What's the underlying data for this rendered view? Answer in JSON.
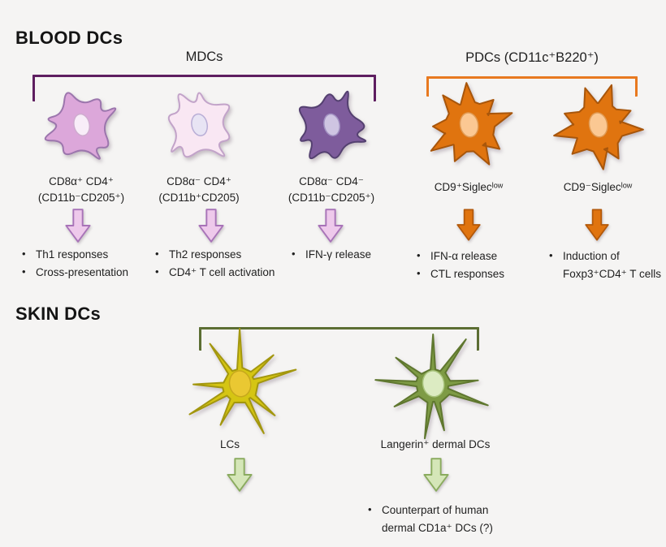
{
  "blood": {
    "title": "BLOOD DCs",
    "mdc_group_label": "MDCs",
    "pdc_group_label": "PDCs (CD11c⁺B220⁺)",
    "columns": [
      {
        "marker_line1": "CD8α⁺ CD4⁺",
        "marker_line2": "(CD11b⁻CD205⁺)",
        "functions": [
          "Th1 responses",
          "Cross-presentation"
        ]
      },
      {
        "marker_line1": "CD8α⁻ CD4⁺",
        "marker_line2": "(CD11b⁺CD205)",
        "functions": [
          "Th2 responses",
          "CD4⁺ T cell activation"
        ]
      },
      {
        "marker_line1": "CD8α⁻ CD4⁻",
        "marker_line2": "(CD11b⁻CD205⁺)",
        "functions": [
          "IFN-γ release"
        ]
      },
      {
        "marker_line1": "CD9⁺Siglecˡᵒʷ",
        "functions": [
          "IFN-α release",
          "CTL responses"
        ]
      },
      {
        "marker_line1": "CD9⁻Siglecˡᵒʷ",
        "functions": [
          "Induction of Foxp3⁺CD4⁺ T cells"
        ]
      }
    ]
  },
  "skin": {
    "title": "SKIN DCs",
    "columns": [
      {
        "label": "LCs"
      },
      {
        "label": "Langerin⁺ dermal DCs",
        "functions": [
          "Counterpart of human dermal CD1a⁺ DCs (?)"
        ]
      }
    ]
  },
  "colors": {
    "background": "#f5f4f3",
    "brackets": {
      "mdc": "#5e1e60",
      "pdc": "#e8791f",
      "skin": "#5c6e33"
    },
    "cells": {
      "mdc1": {
        "fill": "#dca7da",
        "stroke": "#9c76ad",
        "nucleus": "#f8edf8",
        "nucleus_stroke": "#cfaccf"
      },
      "mdc2": {
        "fill": "#f9e7f3",
        "stroke": "#c2a3c9",
        "nucleus": "#e8e4f4",
        "nucleus_stroke": "#b9aed6"
      },
      "mdc3": {
        "fill": "#7e5c9c",
        "stroke": "#544070",
        "nucleus": "#cfc5e2",
        "nucleus_stroke": "#a291c2"
      },
      "pdc": {
        "fill": "#e0740f",
        "stroke": "#a8560b",
        "nucleus": "#fbc893",
        "nucleus_stroke": "#e09b55"
      },
      "lc": {
        "fill": "#d5c513",
        "stroke": "#a3970f",
        "nucleus": "#eac832",
        "nucleus_stroke": "#c7a81c"
      },
      "dermal": {
        "fill": "#7e9b45",
        "stroke": "#5f772f",
        "nucleus": "#dcebc2",
        "nucleus_stroke": "#a9c47e"
      }
    },
    "arrows": {
      "mdc": {
        "fill": "#eec9eb",
        "stroke": "#a873b8"
      },
      "pdc": {
        "fill": "#e0740f",
        "stroke": "#b3590a"
      },
      "skin": {
        "fill": "#d5e6b8",
        "stroke": "#8aab5e"
      }
    }
  }
}
